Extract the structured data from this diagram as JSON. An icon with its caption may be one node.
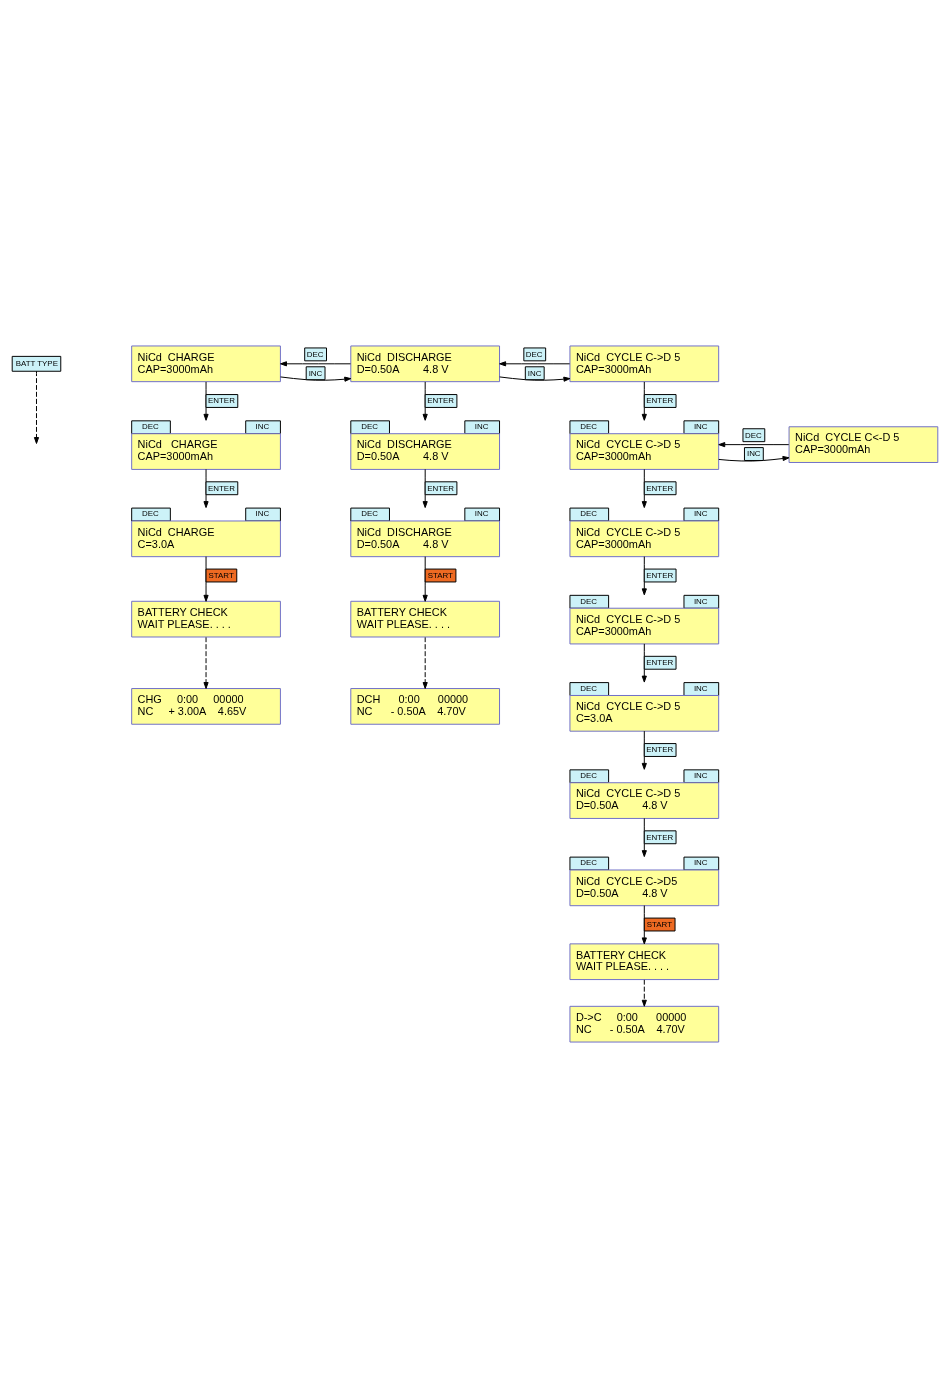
{
  "diagram": {
    "nodes": [
      {
        "text": [
          "NiCd  CHARGE",
          "CAP=3000mAh"
        ]
      },
      {
        "text": [
          "NiCd  DISCHARGE",
          "D=0.50A        4.8 V"
        ]
      },
      {
        "text": [
          "NiCd  CYCLE C->D 5",
          "CAP=3000mAh"
        ]
      },
      {
        "text": [
          "NiCd   CHARGE",
          "CAP=3000mAh"
        ],
        "beside": [
          "DEC",
          "INC"
        ]
      },
      {
        "text": [
          "NiCd  CHARGE",
          "C=3.0A"
        ],
        "beside": [
          "DEC",
          "INC"
        ]
      },
      {
        "text": [
          "BATTERY CHECK",
          "WAIT PLEASE. . . ."
        ]
      },
      {
        "text": [
          "CHG     0:00     00000",
          "NC     + 3.00A    4.65V"
        ]
      },
      {
        "text": [
          "NiCd  DISCHARGE",
          "D=0.50A        4.8 V"
        ],
        "beside": [
          "DEC",
          "INC"
        ]
      },
      {
        "text": [
          "NiCd  DISCHARGE",
          "D=0.50A        4.8 V"
        ],
        "beside": [
          "DEC",
          "INC"
        ]
      },
      {
        "text": [
          "BATTERY CHECK",
          "WAIT PLEASE. . . ."
        ]
      },
      {
        "text": [
          "DCH      0:00      00000",
          "NC      - 0.50A    4.70V"
        ]
      },
      {
        "text": [
          "NiCd  CYCLE C->D 5",
          "CAP=3000mAh"
        ],
        "beside": [
          "DEC",
          "INC"
        ]
      },
      {
        "text": [
          "NiCd  CYCLE C<-D 5",
          "CAP=3000mAh"
        ]
      },
      {
        "text": [
          "NiCd  CYCLE C->D 5",
          "CAP=3000mAh"
        ],
        "beside": [
          "DEC",
          "INC"
        ]
      },
      {
        "text": [
          "NiCd  CYCLE C->D 5",
          "CAP=3000mAh"
        ],
        "beside": [
          "DEC",
          "INC"
        ]
      },
      {
        "text": [
          "NiCd  CYCLE C->D 5",
          "C=3.0A"
        ],
        "beside": [
          "DEC",
          "INC"
        ]
      },
      {
        "text": [
          "NiCd  CYCLE C->D 5",
          "D=0.50A        4.8 V"
        ],
        "beside": [
          "DEC",
          "INC"
        ]
      },
      {
        "text": [
          "NiCd  CYCLE C->D5",
          "D=0.50A        4.8 V"
        ],
        "beside": [
          "DEC",
          "INC"
        ]
      },
      {
        "text": [
          "BATTERY CHECK",
          "WAIT PLEASE. . . ."
        ]
      },
      {
        "text": [
          "D->C     0:00      00000",
          "NC      - 0.50A    4.70V"
        ]
      },
      {
        "text": [
          "BATT TYPE"
        ]
      }
    ],
    "edges": [
      {
        "from": 0,
        "to": 1,
        "arrow": "to",
        "label": "INC"
      },
      {
        "from": 1,
        "to": 0,
        "arrow": "to",
        "label": "DEC"
      },
      {
        "from": 1,
        "to": 2,
        "arrow": "to",
        "label": "INC"
      },
      {
        "from": 2,
        "to": 1,
        "arrow": "to",
        "label": "DEC"
      },
      {
        "from": 20,
        "to": null,
        "arrow": "to",
        "style": "dashed"
      },
      {
        "from": 0,
        "to": 3,
        "arrow": "to",
        "label": "ENTER"
      },
      {
        "from": 3,
        "to": 4,
        "arrow": "to",
        "label": "ENTER"
      },
      {
        "from": 4,
        "to": 5,
        "arrow": "to",
        "label": "START"
      },
      {
        "from": 5,
        "to": 6,
        "arrow": "to",
        "style": "dashed"
      },
      {
        "from": 1,
        "to": 7,
        "arrow": "to",
        "label": "ENTER"
      },
      {
        "from": 7,
        "to": 8,
        "arrow": "to",
        "label": "ENTER"
      },
      {
        "from": 8,
        "to": 9,
        "arrow": "to",
        "label": "START"
      },
      {
        "from": 9,
        "to": 10,
        "arrow": "to",
        "style": "dashed"
      },
      {
        "from": 2,
        "to": 11,
        "arrow": "to",
        "label": "ENTER"
      },
      {
        "from": 11,
        "to": 12,
        "arrow": "to",
        "label": "INC"
      },
      {
        "from": 12,
        "to": 11,
        "arrow": "to",
        "label": "DEC"
      },
      {
        "from": 11,
        "to": 13,
        "arrow": "to",
        "label": "ENTER"
      },
      {
        "from": 13,
        "to": 14,
        "arrow": "to",
        "label": "ENTER"
      },
      {
        "from": 14,
        "to": 15,
        "arrow": "to",
        "label": "ENTER"
      },
      {
        "from": 15,
        "to": 16,
        "arrow": "to",
        "label": "ENTER"
      },
      {
        "from": 16,
        "to": 17,
        "arrow": "to",
        "label": "ENTER"
      },
      {
        "from": 17,
        "to": 18,
        "arrow": "to",
        "label": "START"
      },
      {
        "from": 18,
        "to": 19,
        "arrow": "to",
        "style": "dashed"
      }
    ]
  }
}
